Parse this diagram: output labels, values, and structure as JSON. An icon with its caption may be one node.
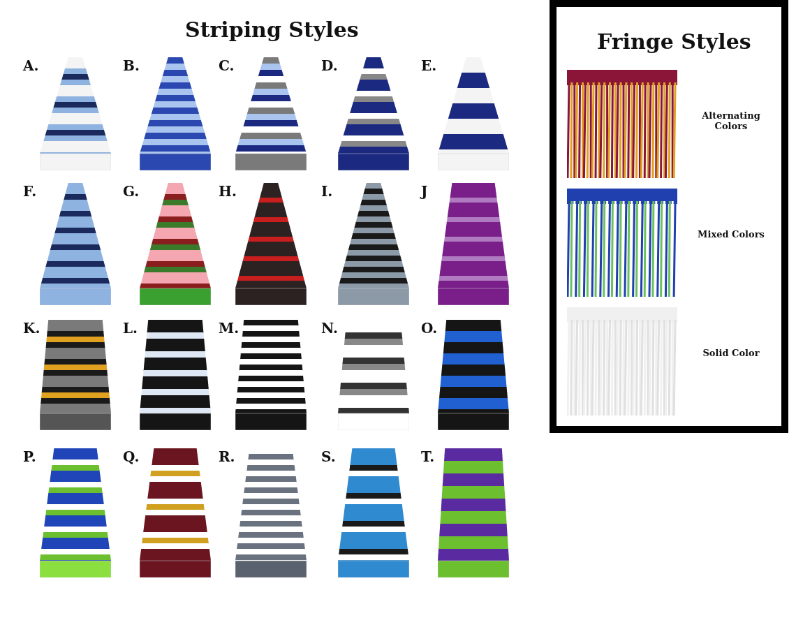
{
  "diagram": {
    "title": "Striping Styles",
    "nodes": [
      {
        "text": [],
        "shape": "picture",
        "beside": [
          "A."
        ]
      },
      {
        "text": [],
        "shape": "picture",
        "beside": [
          "B."
        ]
      },
      {
        "text": [],
        "shape": "picture",
        "beside": [
          "C."
        ]
      },
      {
        "text": [],
        "shape": "picture",
        "beside": [
          "D."
        ]
      },
      {
        "text": [],
        "shape": "picture",
        "beside": [
          "E."
        ]
      },
      {
        "text": [],
        "shape": "picture",
        "beside": [
          "F."
        ]
      },
      {
        "text": [],
        "shape": "picture",
        "beside": [
          "G."
        ]
      },
      {
        "text": [],
        "shape": "picture",
        "beside": [
          "H."
        ]
      },
      {
        "text": [],
        "shape": "picture",
        "beside": [
          "I."
        ]
      },
      {
        "text": [],
        "shape": "picture",
        "beside": [
          "J"
        ]
      },
      {
        "text": [],
        "shape": "picture",
        "beside": [
          "K."
        ]
      },
      {
        "text": [],
        "shape": "picture",
        "beside": [
          "L."
        ]
      },
      {
        "text": [],
        "shape": "picture",
        "beside": [
          "M."
        ]
      },
      {
        "text": [],
        "shape": "picture",
        "beside": [
          "N."
        ]
      },
      {
        "text": [],
        "shape": "picture",
        "beside": [
          "O."
        ]
      },
      {
        "text": [],
        "shape": "picture",
        "beside": [
          "P."
        ]
      },
      {
        "text": [],
        "shape": "picture",
        "beside": [
          "Q."
        ]
      },
      {
        "text": [],
        "shape": "picture",
        "beside": [
          "R."
        ]
      },
      {
        "text": [],
        "shape": "picture",
        "beside": [
          "S."
        ]
      },
      {
        "text": [],
        "shape": "picture",
        "beside": [
          "T."
        ]
      },
      {
        "text": [
          "Fringe Styles"
        ]
      },
      {
        "text": [],
        "shape": "picture",
        "beside": [
          "Alternating Colors"
        ],
        "in": 20
      },
      {
        "text": [],
        "shape": "picture",
        "beside": [
          "Mixed Colors"
        ],
        "in": 20
      },
      {
        "text": [],
        "shape": "picture",
        "beside": [
          "Solid Color"
        ],
        "in": 20
      }
    ]
  }
}
